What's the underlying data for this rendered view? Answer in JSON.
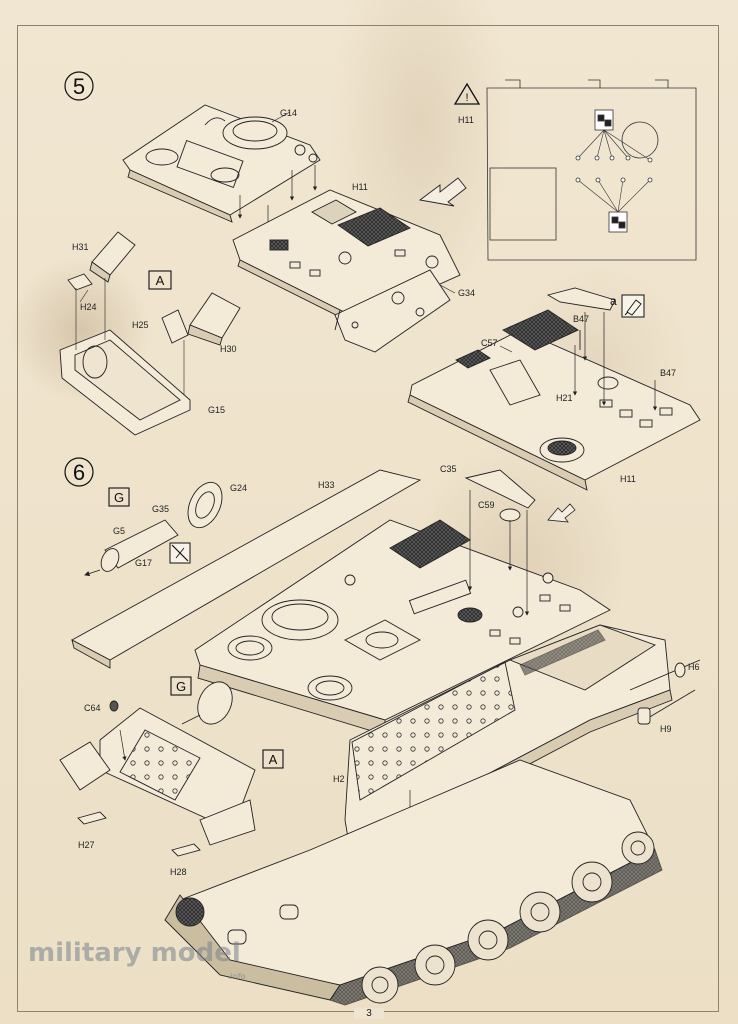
{
  "page": {
    "number": "3"
  },
  "step5": {
    "number": "5",
    "labels": {
      "G14": "G14",
      "H11": "H11",
      "H11_warning": "H11",
      "G34": "G34",
      "H31": "H31",
      "H24": "H24",
      "H25": "H25",
      "H30": "H30",
      "G15": "G15",
      "C57": "C57",
      "B47_top": "B47",
      "B47_right": "B47",
      "H21": "H21",
      "H11_bottom": "H11",
      "a": "a"
    },
    "subassembly": "A"
  },
  "step6": {
    "number": "6",
    "labels": {
      "G24": "G24",
      "G35": "G35",
      "G5": "G5",
      "G17": "G17",
      "H33": "H33",
      "C35": "C35",
      "C59": "C59",
      "H6": "H6",
      "H9": "H9",
      "C64": "C64",
      "H2": "H2",
      "H27": "H27",
      "H28": "H28"
    },
    "subassembly_top": "G",
    "subassembly_mid": "G",
    "subassembly_bottom": "A"
  },
  "watermark": {
    "text": "military model",
    "suffix": ".info"
  }
}
